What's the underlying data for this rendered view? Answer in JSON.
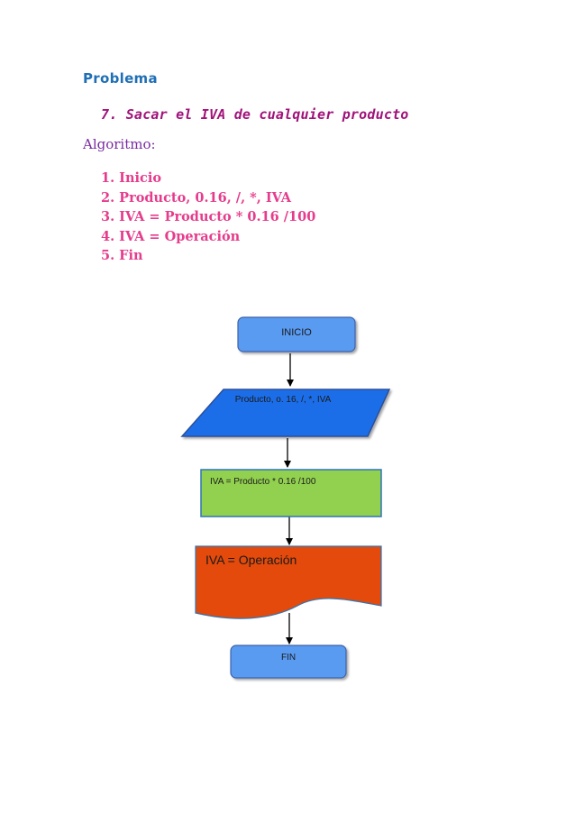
{
  "document": {
    "heading": "Problema",
    "subheading": "7. Sacar el IVA de cualquier producto",
    "algorithm_label": "Algoritmo:",
    "steps": [
      "1. Inicio",
      "2. Producto, 0.16, /, *, IVA",
      "3. IVA = Producto * 0.16 /100",
      "4. IVA = Operación",
      "5. Fin"
    ]
  },
  "flowchart": {
    "nodes": {
      "start": "INICIO",
      "input": "Producto, o. 16, /, *, IVA",
      "process": "IVA = Producto * 0.16 /100",
      "output": "IVA = Operación",
      "end": "FIN"
    },
    "colors": {
      "terminal_fill": "#5a9bf2",
      "input_fill": "#1f6ee8",
      "process_fill": "#92d050",
      "output_fill": "#e34a0c",
      "border": "#3d62a8"
    }
  }
}
